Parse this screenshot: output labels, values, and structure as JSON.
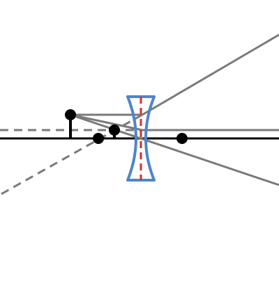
{
  "diagram": {
    "type": "diverging-lens-ray-diagram",
    "colors": {
      "background": "#ffffff",
      "axis": "#000000",
      "rays": "#7a7a7a",
      "lens_outline": "#4f86c6",
      "lens_center_line": "#d0312d",
      "object": "#000000",
      "image": "#000000",
      "focal_points": "#000000"
    },
    "elements": [
      {
        "name": "optical-axis"
      },
      {
        "name": "concave-lens"
      },
      {
        "name": "lens-center-line",
        "style": "dashed"
      },
      {
        "name": "object-arrow"
      },
      {
        "name": "virtual-image-arrow"
      },
      {
        "name": "focal-point-left"
      },
      {
        "name": "focal-point-right"
      },
      {
        "name": "parallel-ray",
        "style": "solid"
      },
      {
        "name": "central-ray",
        "style": "solid"
      },
      {
        "name": "diverging-ray",
        "style": "solid"
      },
      {
        "name": "virtual-ray-extension",
        "style": "dashed"
      },
      {
        "name": "focal-ray-extension",
        "style": "dashed"
      }
    ]
  }
}
